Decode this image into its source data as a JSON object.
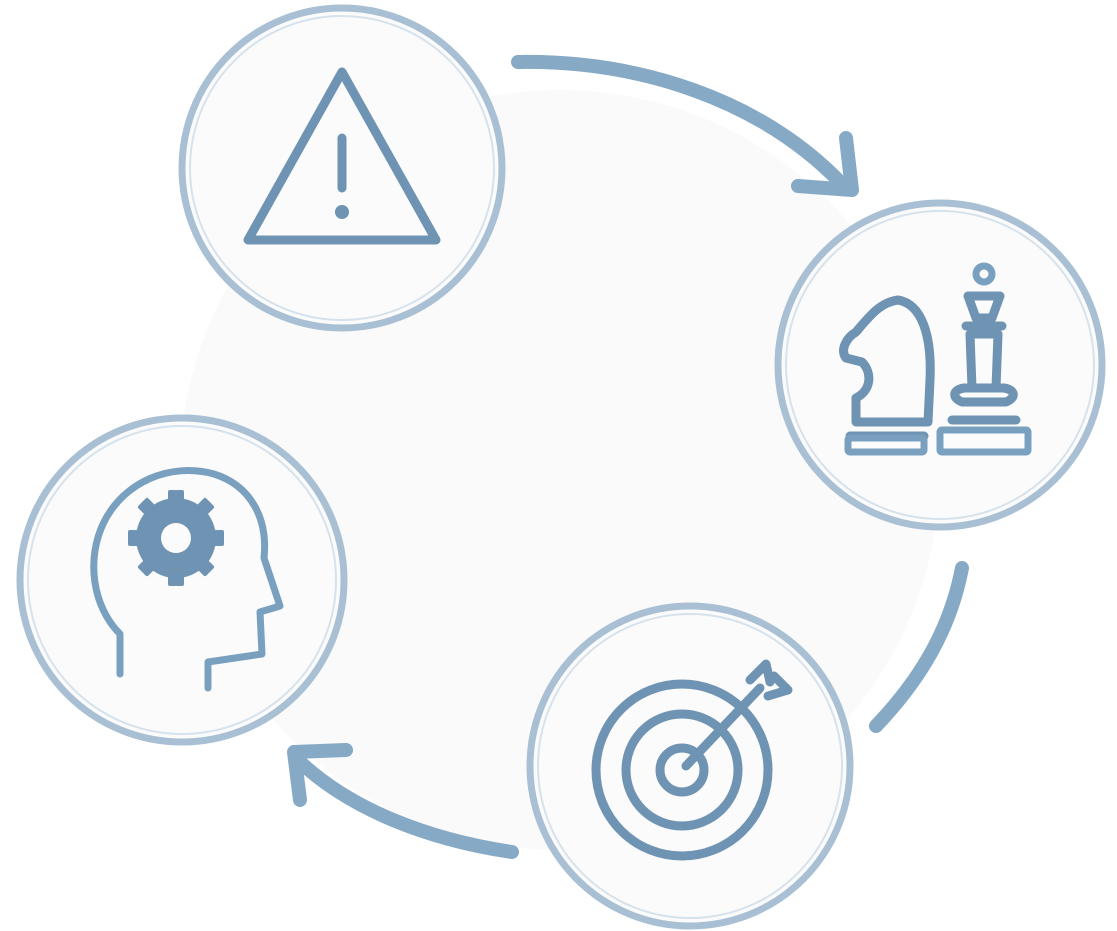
{
  "diagram": {
    "type": "cycle",
    "nodes": [
      {
        "id": "warning",
        "icon": "warning-triangle-icon"
      },
      {
        "id": "strategy",
        "icon": "chess-pieces-icon"
      },
      {
        "id": "target",
        "icon": "target-arrow-icon"
      },
      {
        "id": "mind",
        "icon": "head-gear-icon"
      }
    ],
    "edges": [
      {
        "from": "warning",
        "to": "strategy",
        "style": "arrow"
      },
      {
        "from": "strategy",
        "to": "target",
        "style": "line"
      },
      {
        "from": "target",
        "to": "mind",
        "style": "arrow"
      }
    ],
    "colors": {
      "node_border": "#a9c0d4",
      "icon": "#6f93b3",
      "arrow": "#86a9c6",
      "background": "#fbfbfb"
    }
  }
}
